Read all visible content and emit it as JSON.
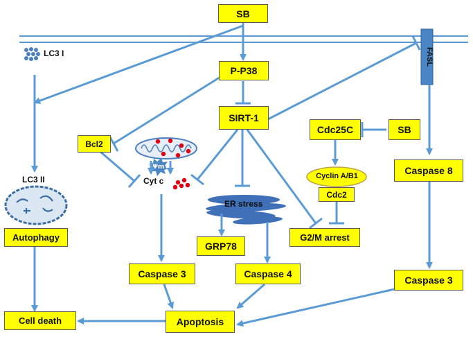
{
  "nodes": {
    "sb_top": "SB",
    "fasl": "FASL",
    "lc3_i": "LC3 I",
    "p_p38": "P-P38",
    "sirt1": "SIRT-1",
    "bcl2": "Bcl2",
    "cdc25c": "Cdc25C",
    "sb_right": "SB",
    "delta_psi_m": "ΔΨm↓",
    "cyt_c": "Cyt c",
    "cyclin": "Cyclin A/B1",
    "cdc2": "Cdc2",
    "caspase8": "Caspase 8",
    "lc3_ii": "LC3 II",
    "er_stress": "ER stress",
    "autophagy": "Autophagy",
    "grp78": "GRP78",
    "g2m_arrest": "G2/M arrest",
    "caspase3_mid": "Caspase 3",
    "caspase4": "Caspase 4",
    "caspase3_right": "Caspase 3",
    "cell_death": "Cell death",
    "apoptosis": "Apoptosis"
  },
  "colors": {
    "arrow": "#5b9bd5",
    "box_fill": "#ffff00",
    "box_border": "#5a5a5a",
    "membrane": "#5b9bd5",
    "fasl_fill": "#4a86c5",
    "cyt_dots": "#e0000f",
    "cell_outline": "#3b6ea5",
    "cell_fill": "#dbe8f4",
    "er_fill": "#3f70b8",
    "cyclin_fill": "#ffff00"
  }
}
